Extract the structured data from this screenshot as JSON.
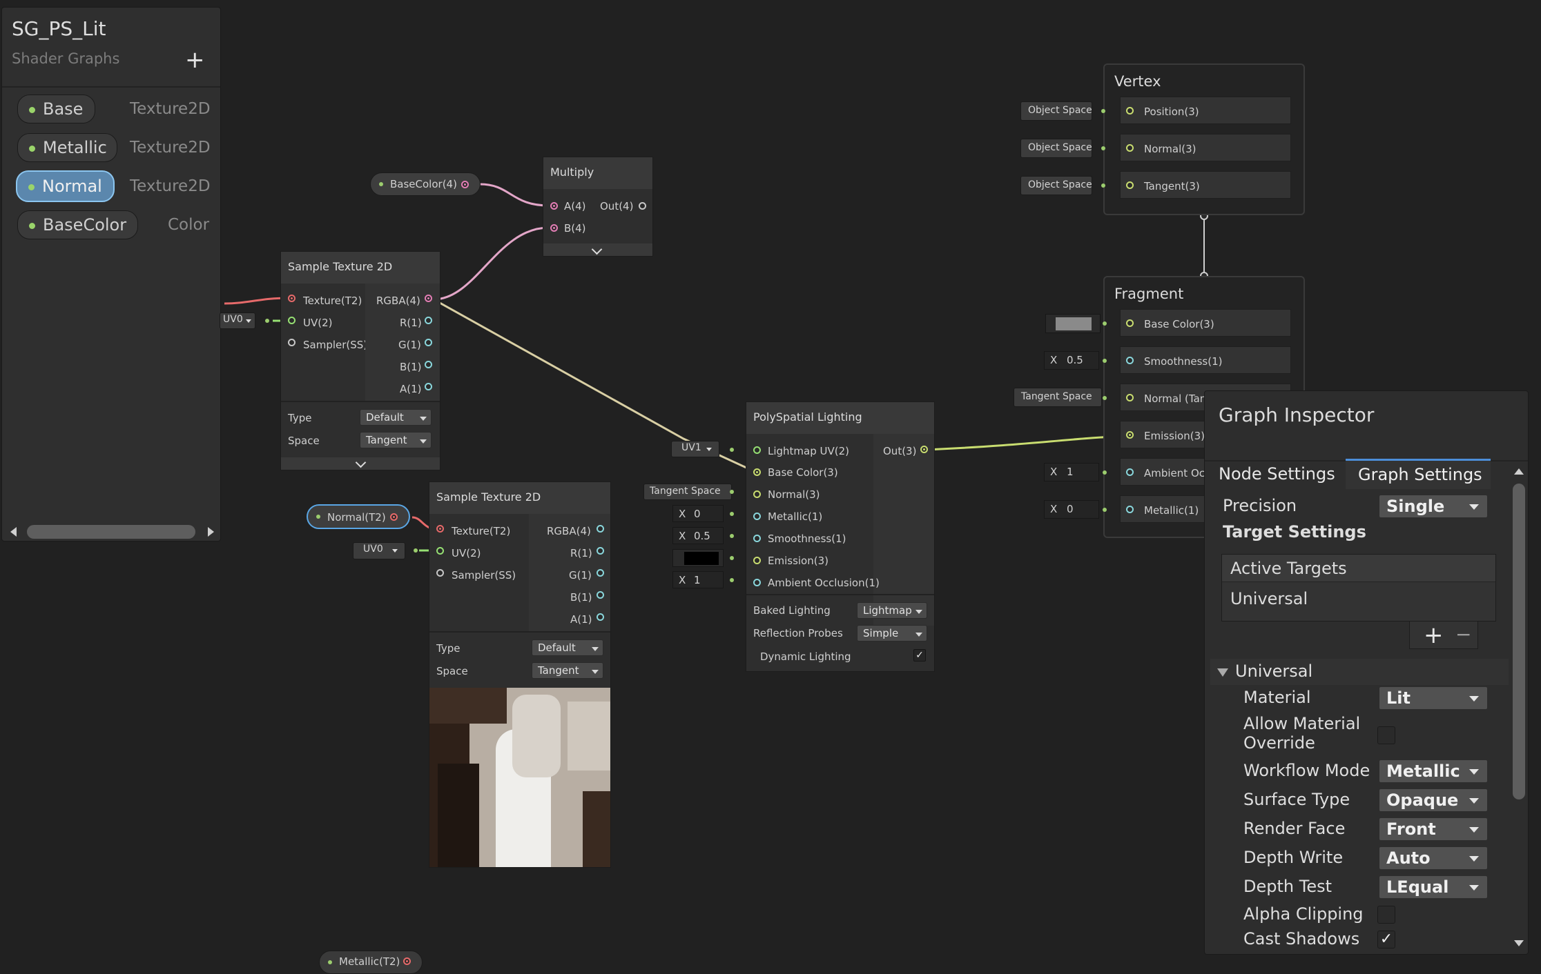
{
  "blackboard": {
    "title": "SG_PS_Lit",
    "subtitle": "Shader Graphs",
    "add_icon": "+",
    "properties": [
      {
        "name": "Base",
        "type": "Texture2D"
      },
      {
        "name": "Metallic",
        "type": "Texture2D"
      },
      {
        "name": "Normal",
        "type": "Texture2D"
      },
      {
        "name": "BaseColor",
        "type": "Color"
      }
    ]
  },
  "nodes": {
    "multiply": {
      "title": "Multiply",
      "in_a": "A(4)",
      "in_b": "B(4)",
      "out": "Out(4)"
    },
    "sample1": {
      "title": "Sample Texture 2D",
      "inputs": [
        "Texture(T2)",
        "UV(2)",
        "Sampler(SS)"
      ],
      "outputs": [
        "RGBA(4)",
        "R(1)",
        "G(1)",
        "B(1)",
        "A(1)"
      ],
      "type_label": "Type",
      "type_value": "Default",
      "space_label": "Space",
      "space_value": "Tangent"
    },
    "sample2": {
      "title": "Sample Texture 2D",
      "inputs": [
        "Texture(T2)",
        "UV(2)",
        "Sampler(SS)"
      ],
      "outputs": [
        "RGBA(4)",
        "R(1)",
        "G(1)",
        "B(1)",
        "A(1)"
      ],
      "type_label": "Type",
      "type_value": "Default",
      "space_label": "Space",
      "space_value": "Tangent"
    },
    "polyspatial": {
      "title": "PolySpatial Lighting",
      "inputs": [
        "Lightmap UV(2)",
        "Base Color(3)",
        "Normal(3)",
        "Metallic(1)",
        "Smoothness(1)",
        "Emission(3)",
        "Ambient Occlusion(1)"
      ],
      "out": "Out(3)",
      "baked_label": "Baked Lighting",
      "baked_value": "Lightmap",
      "reflection_label": "Reflection Probes",
      "reflection_value": "Simple",
      "dynamic_label": "Dynamic Lighting",
      "dynamic_checked": "✓"
    },
    "vertex": {
      "title": "Vertex",
      "slots": [
        "Position(3)",
        "Normal(3)",
        "Tangent(3)"
      ]
    },
    "fragment": {
      "title": "Fragment",
      "slots": [
        "Base Color(3)",
        "Smoothness(1)",
        "Normal (Tang",
        "Emission(3)",
        "Ambient Occl",
        "Metallic(1)"
      ]
    }
  },
  "property_nodes": {
    "basecolor": "BaseColor(4)",
    "normal": "Normal(T2)",
    "metallic": "Metallic(T2)"
  },
  "inline_inputs": {
    "uv0_a": "UV0",
    "uv0_b": "UV0",
    "uv1": "UV1",
    "tangent_space": "Tangent Space",
    "metallic_x": "X",
    "metallic_v": "0",
    "smooth_x": "X",
    "smooth_v": "0.5",
    "ao_x": "X",
    "ao_v": "1",
    "object_space": [
      "Object Space",
      "Object Space",
      "Object Space"
    ],
    "frag_smooth_x": "X",
    "frag_smooth_v": "0.5",
    "frag_tangent_space": "Tangent Space",
    "frag_ao_x": "X",
    "frag_ao_v": "1",
    "frag_metal_x": "X",
    "frag_metal_v": "0"
  },
  "inspector": {
    "title": "Graph Inspector",
    "tabs": [
      "Node Settings",
      "Graph Settings"
    ],
    "precision_label": "Precision",
    "precision_value": "Single",
    "target_settings": "Target Settings",
    "active_targets": "Active Targets",
    "target_item": "Universal",
    "plus": "+",
    "minus": "−",
    "section": "Universal",
    "rows": [
      {
        "label": "Material",
        "value": "Lit"
      },
      {
        "label": "Allow Material Override",
        "value": ""
      },
      {
        "label": "Workflow Mode",
        "value": "Metallic"
      },
      {
        "label": "Surface Type",
        "value": "Opaque"
      },
      {
        "label": "Render Face",
        "value": "Front"
      },
      {
        "label": "Depth Write",
        "value": "Auto"
      },
      {
        "label": "Depth Test",
        "value": "LEqual"
      },
      {
        "label": "Alpha Clipping",
        "value": ""
      },
      {
        "label": "Cast Shadows",
        "value": "✓"
      }
    ]
  },
  "colors": {
    "background": "#212121",
    "dynamic_vector": "#e37eb5",
    "texture": "#e66a6a",
    "vector3": "#c9dd70",
    "vector2": "#96e073",
    "vector1": "#8ad7dc",
    "selected": "#5aa7e6"
  }
}
